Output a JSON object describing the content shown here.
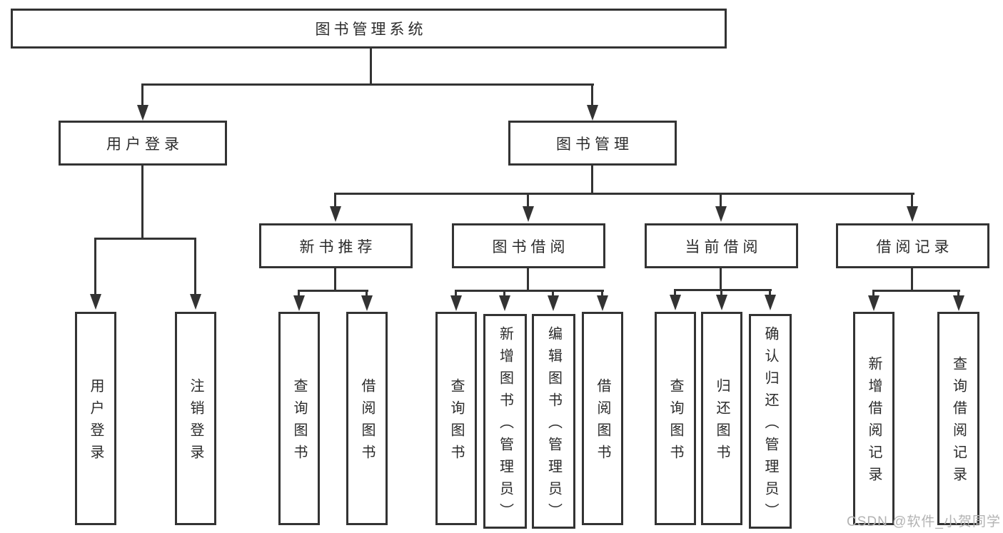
{
  "tree": {
    "label": "图书管理系统",
    "children": [
      {
        "label": "用户登录",
        "children": [
          {
            "label": "用户登录"
          },
          {
            "label": "注销登录"
          }
        ]
      },
      {
        "label": "图书管理",
        "children": [
          {
            "label": "新书推荐",
            "children": [
              {
                "label": "查询图书"
              },
              {
                "label": "借阅图书"
              }
            ]
          },
          {
            "label": "图书借阅",
            "children": [
              {
                "label": "查询图书"
              },
              {
                "label": "新增图书（管理员）"
              },
              {
                "label": "编辑图书（管理员）"
              },
              {
                "label": "借阅图书"
              }
            ]
          },
          {
            "label": "当前借阅",
            "children": [
              {
                "label": "查询图书"
              },
              {
                "label": "归还图书"
              },
              {
                "label": "确认归还（管理员）"
              }
            ]
          },
          {
            "label": "借阅记录",
            "children": [
              {
                "label": "新增借阅记录"
              },
              {
                "label": "查询借阅记录"
              }
            ]
          }
        ]
      }
    ]
  },
  "watermark": "CSDN @软件_小贺同学",
  "icons": {
    "arrow_down": "solid-triangle-css-shape"
  },
  "colors": {
    "line": "#333333",
    "box_border": "#333333",
    "box_fill": "#ffffff",
    "text": "#2b2b2b",
    "watermark": "#b3b3b3",
    "background": "#ffffff"
  }
}
